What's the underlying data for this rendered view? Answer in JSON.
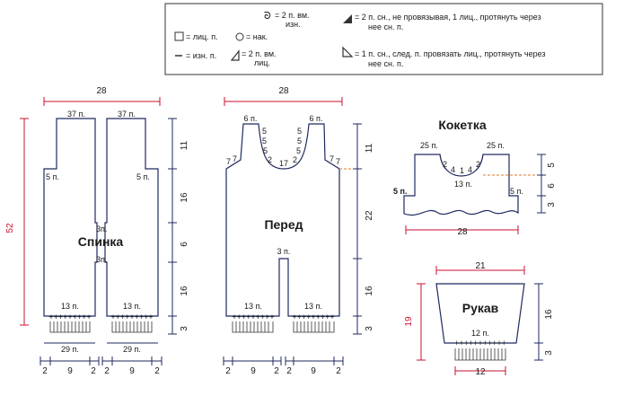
{
  "legend": {
    "purl2tog": "= 2 п. вм. изн.",
    "knit": "= лиц. п.",
    "yarnover": "= нак.",
    "purl": "= изн. п.",
    "knit2tog": "= 2 п. вм. лиц.",
    "sk2p": "= 2 п. сн., не провязывая, 1 лиц., протянуть через нее сн. п.",
    "skp": "= 1 п. сн., след. п. провязать лиц., протянуть через нее сн. п."
  },
  "back": {
    "title": "Спинка",
    "width_top": "28",
    "height": "52",
    "top_left": "37 п.",
    "top_right": "37 п.",
    "left_dec": "5 п.",
    "right_dec": "5 п.",
    "crotch_top": "3п.",
    "crotch_bottom": "3п.",
    "bottom_left": "13 п.",
    "bottom_right": "13 п.",
    "cuff_left": "29 п.",
    "cuff_right": "29 п.",
    "seg_a": "2",
    "seg_b": "9",
    "seg_c": "2",
    "seg_d": "2",
    "seg_e": "9",
    "seg_f": "2",
    "vert": [
      "11",
      "16",
      "6",
      "16",
      "3"
    ]
  },
  "front": {
    "title": "Перед",
    "width_top": "28",
    "strap_left": "6 п.",
    "strap_right": "6 п.",
    "arm_left": [
      "5",
      "5",
      "5",
      "2"
    ],
    "arm_right": [
      "5",
      "5",
      "5",
      "2"
    ],
    "side_left": "7",
    "side_left2": "7",
    "side_right": "7",
    "side_right2": "7",
    "center": "17",
    "crotch": "3 п.",
    "bottom_left": "13 п.",
    "bottom_right": "13 п.",
    "seg_a": "2",
    "seg_b": "9",
    "seg_c": "2",
    "seg_d": "2",
    "seg_e": "9",
    "seg_f": "2",
    "vert": [
      "11",
      "22",
      "16",
      "3"
    ]
  },
  "yoke": {
    "title": "Кокетка",
    "top_left": "25 п.",
    "top_right": "25 п.",
    "neck": [
      "2",
      "4",
      "1",
      "4",
      "2"
    ],
    "center": "13 п.",
    "left_side": "5 п.",
    "right_side": "5 п.",
    "width": "28",
    "vert": [
      "5",
      "6",
      "3"
    ]
  },
  "sleeve": {
    "title": "Рукав",
    "width_top": "21",
    "height_total": "19",
    "height": "16",
    "height_cuff": "3",
    "stitches": "12 п.",
    "cuff_width": "12"
  }
}
